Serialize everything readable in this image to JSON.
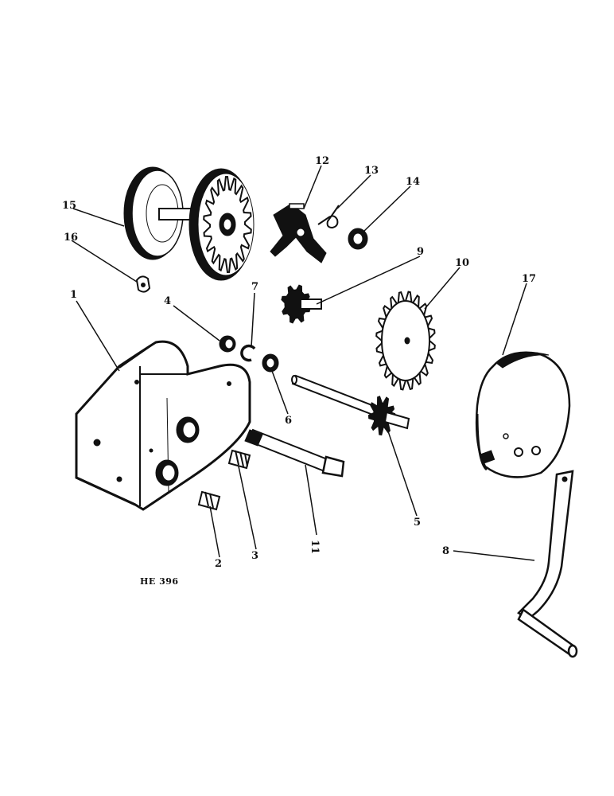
{
  "drawing_code": "HE 396",
  "callouts": [
    {
      "id": "1",
      "text": "1"
    },
    {
      "id": "2",
      "text": "2"
    },
    {
      "id": "3",
      "text": "3"
    },
    {
      "id": "4",
      "text": "4"
    },
    {
      "id": "5",
      "text": "5"
    },
    {
      "id": "6",
      "text": "6"
    },
    {
      "id": "7",
      "text": "7"
    },
    {
      "id": "8",
      "text": "8"
    },
    {
      "id": "9",
      "text": "9"
    },
    {
      "id": "10",
      "text": "10"
    },
    {
      "id": "11",
      "text": "11"
    },
    {
      "id": "12",
      "text": "12"
    },
    {
      "id": "13",
      "text": "13"
    },
    {
      "id": "14",
      "text": "14"
    },
    {
      "id": "15",
      "text": "15"
    },
    {
      "id": "16",
      "text": "16"
    },
    {
      "id": "17",
      "text": "17"
    }
  ],
  "colors": {
    "ink": "#111111",
    "paper": "#ffffff"
  }
}
